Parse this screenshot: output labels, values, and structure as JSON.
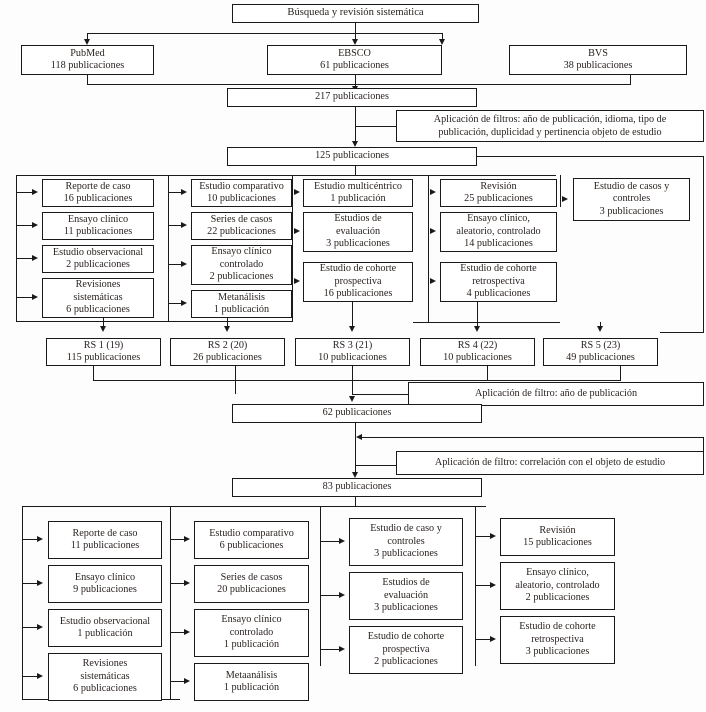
{
  "diagram": {
    "title_box": {
      "label": "Búsqueda y revisión sistemática"
    },
    "sources": [
      {
        "name": "PubMed",
        "count": "118 publicaciones"
      },
      {
        "name": "EBSCO",
        "count": "61 publicaciones"
      },
      {
        "name": "BVS",
        "count": "38 publicaciones"
      }
    ],
    "totals": {
      "t217": "217 publicaciones",
      "t125": "125 publicaciones",
      "t62": "62 publicaciones",
      "t83": "83 publicaciones"
    },
    "filters": {
      "f1_line1": "Aplicación de filtros: año de publicación, idioma, tipo de",
      "f1_line2": "publicación, duplicidad y pertinencia  objeto de estudio",
      "f2": "Aplicación de filtro: año de publicación",
      "f3": "Aplicación de filtro: correlación con el objeto de estudio"
    },
    "mid_groups": [
      {
        "group": "mid-col-1",
        "boxes": [
          {
            "lines": [
              "Reporte de caso",
              "16 publicaciones"
            ]
          },
          {
            "lines": [
              "Ensayo clínico",
              "11 publicaciones"
            ]
          },
          {
            "lines": [
              "Estudio observacional",
              "2 publicaciones"
            ]
          },
          {
            "lines": [
              "Revisiones",
              "sistemáticas",
              "6 publicaciones"
            ]
          }
        ]
      },
      {
        "group": "mid-col-2",
        "boxes": [
          {
            "lines": [
              "Estudio comparativo",
              "10 publicaciones"
            ]
          },
          {
            "lines": [
              "Series de casos",
              "22 publicaciones"
            ]
          },
          {
            "lines": [
              "Ensayo clínico",
              "controlado",
              "2 publicaciones"
            ]
          },
          {
            "lines": [
              "Metanálisis",
              "1 publicación"
            ]
          }
        ]
      },
      {
        "group": "mid-col-3",
        "boxes": [
          {
            "lines": [
              "Estudio multicéntrico",
              "1 publicación"
            ]
          },
          {
            "lines": [
              "Estudios de",
              "evaluación",
              "3 publicaciones"
            ]
          },
          {
            "lines": [
              "Estudio de cohorte",
              "prospectiva",
              "16 publicaciones"
            ]
          }
        ]
      },
      {
        "group": "mid-col-4",
        "boxes": [
          {
            "lines": [
              "Revisión",
              "25 publicaciones"
            ]
          },
          {
            "lines": [
              "Ensayo clínico,",
              "aleatorio, controlado",
              "14 publicaciones"
            ]
          },
          {
            "lines": [
              "Estudio de cohorte",
              "retrospectiva",
              "4 publicaciones"
            ]
          }
        ]
      },
      {
        "group": "mid-col-5",
        "boxes": [
          {
            "lines": [
              "Estudio de casos y",
              "controles",
              "3 publicaciones"
            ]
          }
        ]
      }
    ],
    "rs_row": [
      {
        "lines": [
          "RS 1 (19)",
          "115 publicaciones"
        ]
      },
      {
        "lines": [
          "RS 2 (20)",
          "26 publicaciones"
        ]
      },
      {
        "lines": [
          "RS 3 (21)",
          "10 publicaciones"
        ]
      },
      {
        "lines": [
          "RS 4 (22)",
          "10 publicaciones"
        ]
      },
      {
        "lines": [
          "RS 5 (23)",
          "49 publicaciones"
        ]
      }
    ],
    "bottom_groups": [
      {
        "group": "bot-col-1",
        "boxes": [
          {
            "lines": [
              "Reporte de caso",
              "11 publicaciones"
            ]
          },
          {
            "lines": [
              "Ensayo clínico",
              "9 publicaciones"
            ]
          },
          {
            "lines": [
              "Estudio observacional",
              "1 publicación"
            ]
          },
          {
            "lines": [
              "Revisiones",
              "sistemáticas",
              "6 publicaciones"
            ]
          }
        ]
      },
      {
        "group": "bot-col-2",
        "boxes": [
          {
            "lines": [
              "Estudio comparativo",
              "6 publicaciones"
            ]
          },
          {
            "lines": [
              "Series de casos",
              "20 publicaciones"
            ]
          },
          {
            "lines": [
              "Ensayo clínico",
              "controlado",
              "1 publicación"
            ]
          },
          {
            "lines": [
              "Metaanálisis",
              "1 publicación"
            ]
          }
        ]
      },
      {
        "group": "bot-col-3",
        "boxes": [
          {
            "lines": [
              "Estudio de caso y",
              "controles",
              "3 publicaciones"
            ]
          },
          {
            "lines": [
              "Estudios de",
              "evaluación",
              "3 publicaciones"
            ]
          },
          {
            "lines": [
              "Estudio de cohorte",
              "prospectiva",
              "2 publicaciones"
            ]
          }
        ]
      },
      {
        "group": "bot-col-4",
        "boxes": [
          {
            "lines": [
              "Revisión",
              "15 publicaciones"
            ]
          },
          {
            "lines": [
              "Ensayo clínico,",
              "aleatorio, controlado",
              "2 publicaciones"
            ]
          },
          {
            "lines": [
              "Estudio de cohorte",
              "retrospectiva",
              "3 publicaciones"
            ]
          }
        ]
      }
    ]
  }
}
